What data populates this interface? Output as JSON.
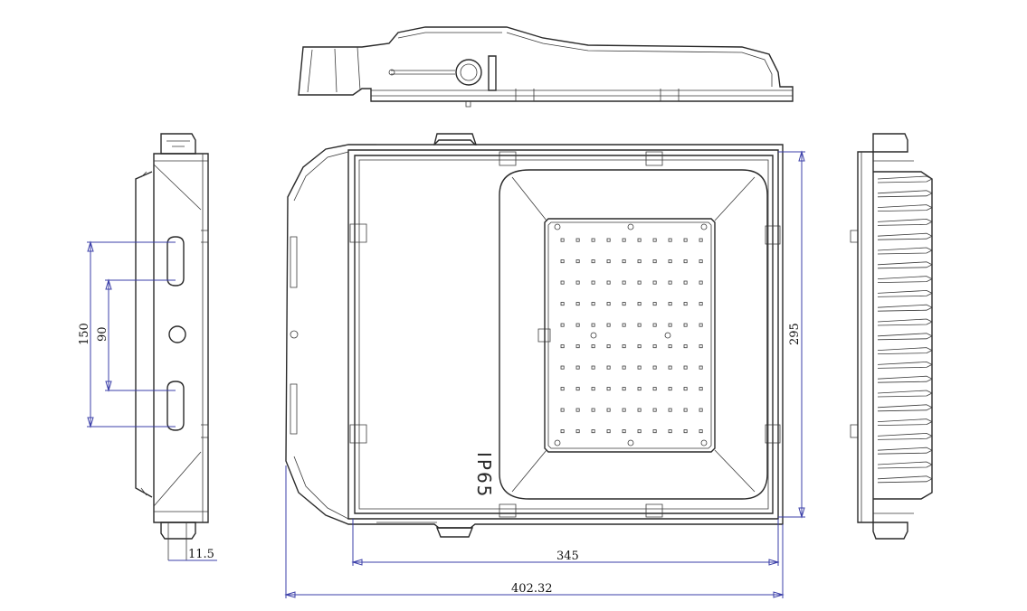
{
  "dimensions": {
    "length_total": "402.32",
    "length_body": "345",
    "height": "295",
    "slot_spacing_outer": "150",
    "slot_spacing_inner": "90",
    "bracket_thickness": "11.5"
  },
  "marking": "IP65",
  "colors": {
    "outline": "#2a2a2a",
    "dimension_line": "#3b3fa8"
  },
  "led_grid": {
    "rows": 10,
    "cols": 10
  }
}
